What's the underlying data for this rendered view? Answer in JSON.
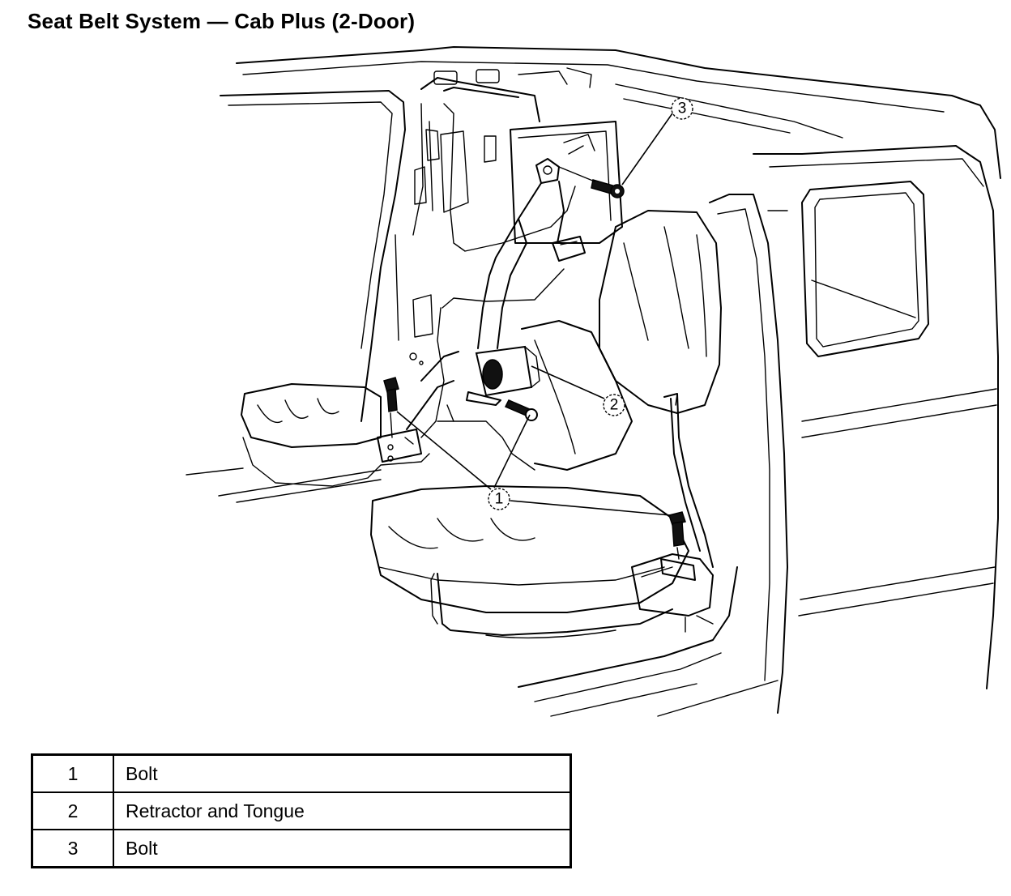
{
  "title": "Seat Belt System — Cab Plus (2-Door)",
  "callouts": [
    "1",
    "2",
    "3"
  ],
  "legend": [
    {
      "number": "1",
      "description": "Bolt"
    },
    {
      "number": "2",
      "description": "Retractor and Tongue"
    },
    {
      "number": "3",
      "description": "Bolt"
    }
  ]
}
